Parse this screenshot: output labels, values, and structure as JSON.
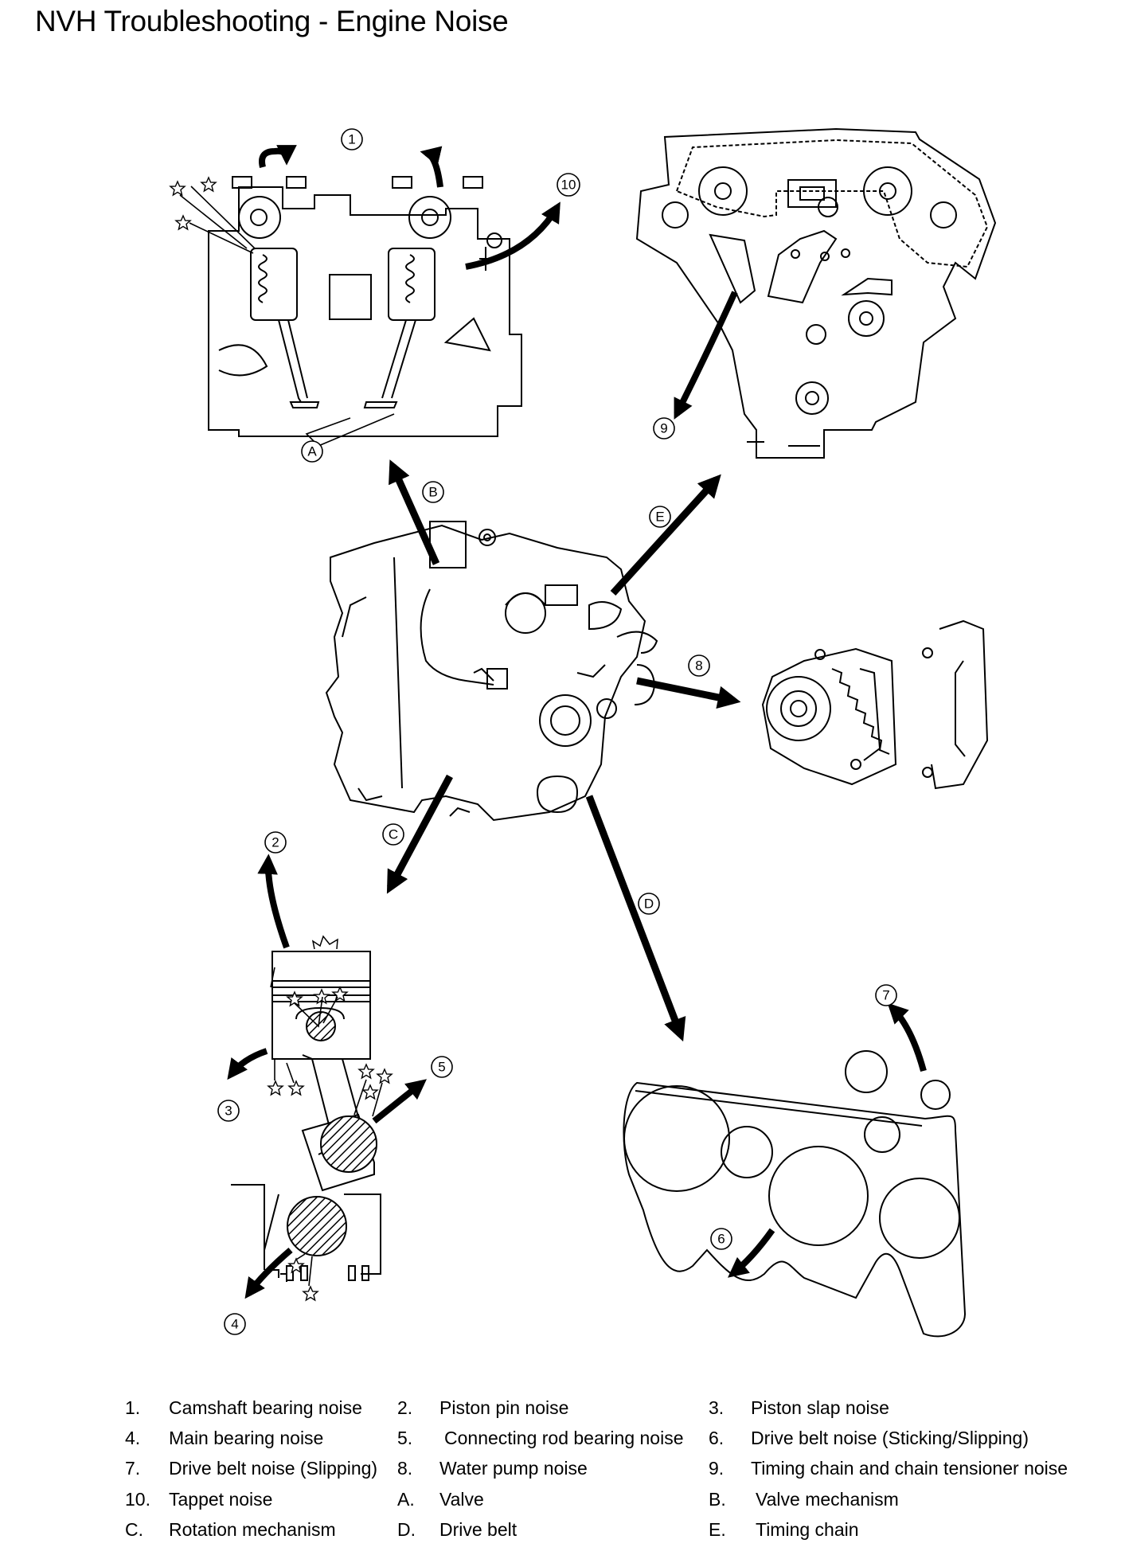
{
  "title": "NVH Troubleshooting - Engine Noise",
  "callouts": {
    "c1": "1",
    "c2": "2",
    "c3": "3",
    "c4": "4",
    "c5": "5",
    "c6": "6",
    "c7": "7",
    "c8": "8",
    "c9": "9",
    "c10": "10",
    "cA": "A",
    "cB": "B",
    "cC": "C",
    "cD": "D",
    "cE": "E"
  },
  "legend": [
    {
      "key": "1.",
      "text": "Camshaft bearing noise"
    },
    {
      "key": "2.",
      "text": "Piston pin noise"
    },
    {
      "key": "3.",
      "text": "Piston slap noise"
    },
    {
      "key": "4.",
      "text": "Main bearing noise"
    },
    {
      "key": "5.",
      "text": "Connecting rod bearing noise"
    },
    {
      "key": "6.",
      "text": "Drive belt noise (Sticking/Slipping)"
    },
    {
      "key": "7.",
      "text": "Drive belt noise (Slipping)"
    },
    {
      "key": "8.",
      "text": "Water pump noise"
    },
    {
      "key": "9.",
      "text": "Timing chain and chain tensioner noise"
    },
    {
      "key": "10.",
      "text": "Tappet noise"
    },
    {
      "key": "A.",
      "text": "Valve"
    },
    {
      "key": "B.",
      "text": "Valve mechanism"
    },
    {
      "key": "C.",
      "text": "Rotation mechanism"
    },
    {
      "key": "D.",
      "text": "Drive belt"
    },
    {
      "key": "E.",
      "text": "Timing chain"
    }
  ]
}
